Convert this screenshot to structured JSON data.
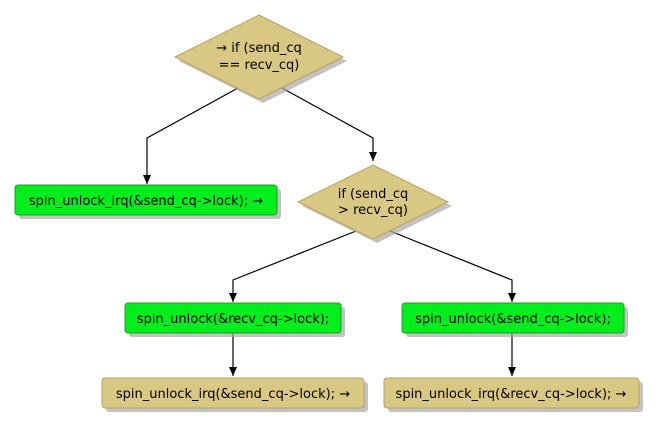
{
  "colors": {
    "decision_fill": "#d9c884",
    "green_fill": "#00ee1c",
    "tan_fill": "#d9c884",
    "stroke": "#000000",
    "shadow": "#a8a8a8"
  },
  "nodes": {
    "decision_1": {
      "line1": "→ if (send_cq",
      "line2": "== recv_cq)"
    },
    "action_unlock_irq_send": {
      "label": "spin_unlock_irq(&send_cq->lock); →"
    },
    "decision_2": {
      "line1": "if (send_cq",
      "line2": "> recv_cq)"
    },
    "action_unlock_recv": {
      "label": "spin_unlock(&recv_cq->lock);"
    },
    "action_unlock_send": {
      "label": "spin_unlock(&send_cq->lock);"
    },
    "action_unlock_irq_send_2": {
      "label": "spin_unlock_irq(&send_cq->lock); →"
    },
    "action_unlock_irq_recv": {
      "label": "spin_unlock_irq(&recv_cq->lock); →"
    }
  }
}
